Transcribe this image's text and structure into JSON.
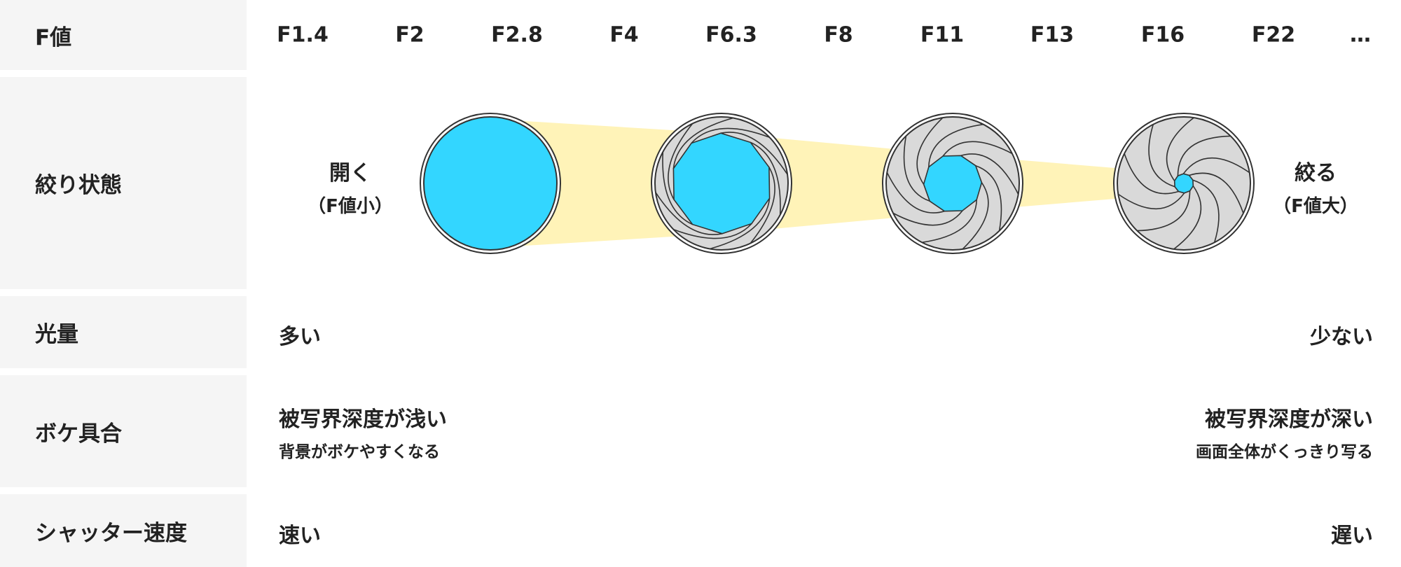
{
  "rows": {
    "fvalue": {
      "label": "F値"
    },
    "aperture": {
      "label": "絞り状態"
    },
    "light": {
      "label": "光量"
    },
    "bokeh": {
      "label": "ボケ具合"
    },
    "shutter": {
      "label": "シャッター速度"
    }
  },
  "fstops": [
    "F1.4",
    "F2",
    "F2.8",
    "F4",
    "F6.3",
    "F8",
    "F11",
    "F13",
    "F16",
    "F22",
    "…"
  ],
  "aperture": {
    "open": {
      "title": "開く",
      "sub": "（F値小）"
    },
    "close": {
      "title": "絞る",
      "sub": "（F値大）"
    },
    "levels": [
      1.0,
      0.78,
      0.45,
      0.15
    ]
  },
  "light": {
    "left": "多い",
    "right": "少ない"
  },
  "bokeh": {
    "left_title": "被写界深度が浅い",
    "left_sub": "背景がボケやすくなる",
    "right_title": "被写界深度が深い",
    "right_sub": "画面全体がくっきり写る"
  },
  "shutter": {
    "left": "速い",
    "right": "遅い"
  },
  "colors": {
    "label_bg": "#f5f5f5",
    "opening": "#33d6ff",
    "beam": "#fff3b8",
    "blade": "#d9d9d9",
    "outline": "#333333",
    "text": "#222222"
  }
}
